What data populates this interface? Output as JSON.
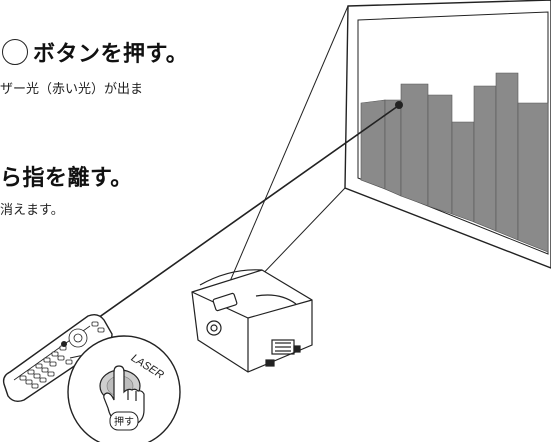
{
  "step1": {
    "title": "ボタンを押す。",
    "note": "ザー光（赤い光）が出ま"
  },
  "step2": {
    "title": "ら指を離す。",
    "note": "消えます。"
  },
  "remote": {
    "laser_label": "LASER",
    "press_label": "押す"
  },
  "colors": {
    "bars": "#8a8a8a",
    "outline": "#222222",
    "laser_dot": "#222222"
  },
  "icons": [
    "remote-control-icon",
    "projector-icon",
    "pointing-finger-icon"
  ]
}
